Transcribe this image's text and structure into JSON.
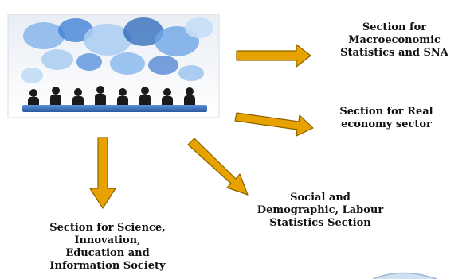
{
  "colors": {
    "arrow_fill": "#E8A200",
    "arrow_stroke": "#8A6200",
    "bubble_blue": "#3A7BD5",
    "table_blue": "#3B6FC0"
  },
  "illustration": {
    "name": "meeting-with-speech-bubbles"
  },
  "sections": {
    "macro": {
      "lines": [
        "Section for",
        "Macroeconomic",
        "Statistics and SNA"
      ]
    },
    "real": {
      "lines": [
        "Section for Real",
        "economy sector"
      ]
    },
    "social": {
      "lines": [
        "Social and",
        "Demographic, Labour",
        "Statistics Section"
      ]
    },
    "science": {
      "lines": [
        "Section for Science,",
        "Innovation,",
        "Education and",
        "Information Society"
      ]
    }
  }
}
